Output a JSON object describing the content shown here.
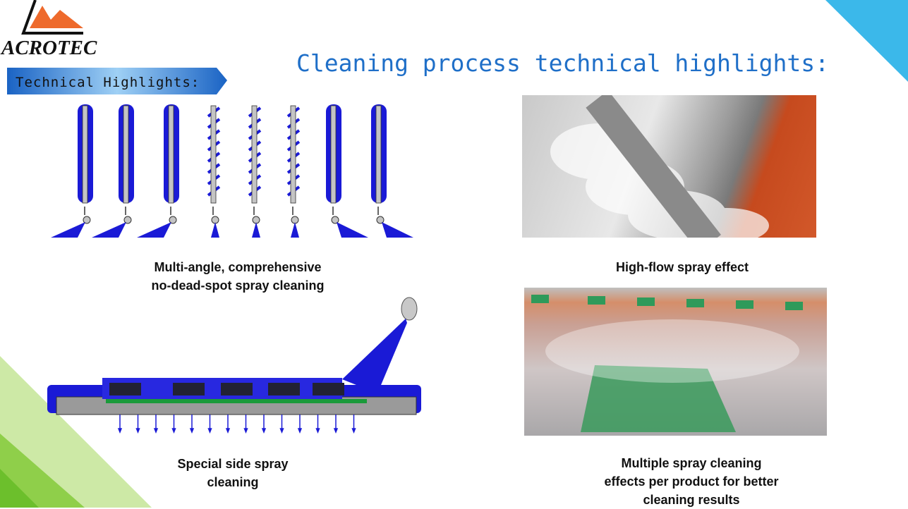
{
  "logo": {
    "text": "ACROTEC"
  },
  "banner": {
    "label": "Technical Highlights:"
  },
  "title": "Cleaning process technical highlights:",
  "panels": [
    {
      "caption_lines": [
        "Multi-angle, comprehensive",
        "no-dead-spot spray cleaning"
      ]
    },
    {
      "caption_lines": [
        "High-flow spray effect"
      ]
    },
    {
      "caption_lines": [
        "Special side spray",
        "cleaning"
      ]
    },
    {
      "caption_lines": [
        "Multiple spray cleaning",
        "effects per product for better",
        "cleaning results"
      ]
    }
  ],
  "colors": {
    "accent": "#1f6fc8",
    "spray": "#1a1ad6",
    "corner_cyan": "#3bb8ea",
    "corner_green": "#a8d86a",
    "logo_orange": "#ee6a2c"
  }
}
